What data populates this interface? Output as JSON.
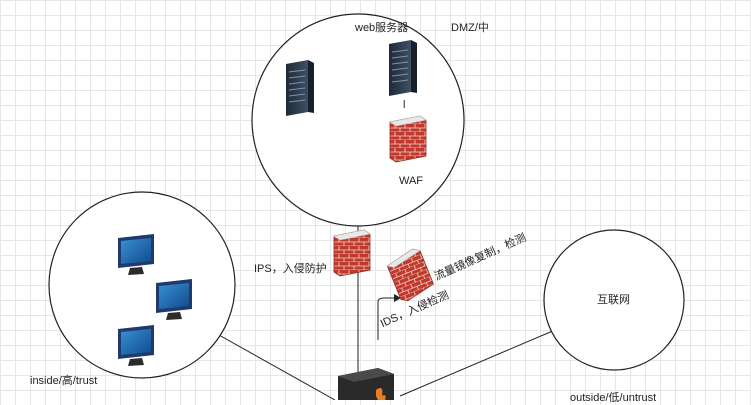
{
  "zones": {
    "dmz": {
      "title": "web服务器",
      "zone_label": "DMZ/中",
      "waf_label": "WAF",
      "connector_text": "l"
    },
    "inside": {
      "zone_label": "inside/高/trust"
    },
    "internet": {
      "title": "互联网",
      "zone_label": "outside/低/untrust"
    }
  },
  "devices": {
    "ips_label": "IPS，入侵防护",
    "mirror_label": "流量镜像复制，检测",
    "ids_label": "IDS，入侵检测"
  },
  "colors": {
    "grid": "#e6e6e6",
    "firewall_brick": "#c0392b",
    "server_body": "#2c3e50",
    "monitor_frame": "#1f3a6b",
    "core_firewall_flame": "#e67e22"
  }
}
